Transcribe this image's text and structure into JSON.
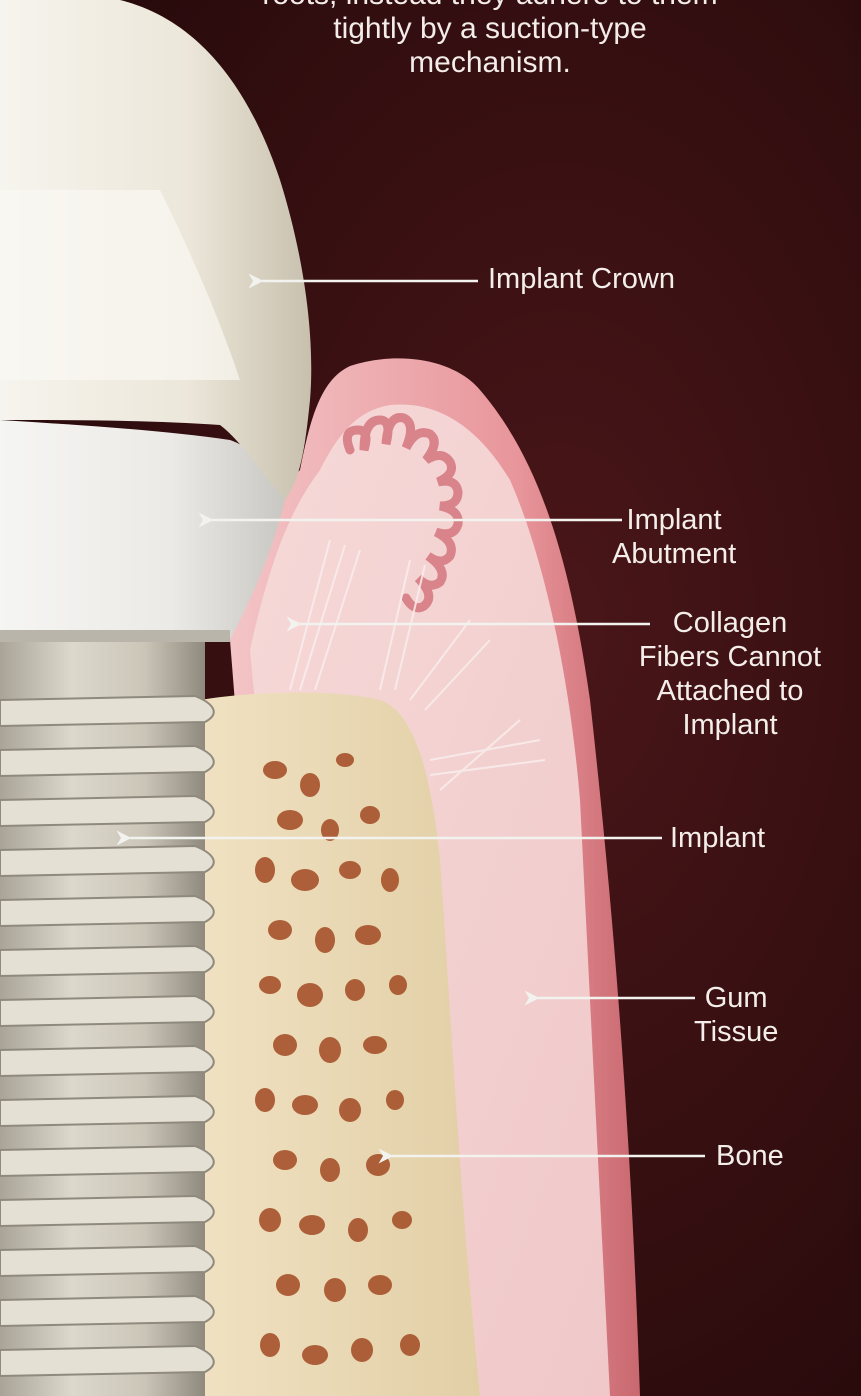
{
  "caption": {
    "lines": [
      "roots, instead they adhere to them",
      "tightly by a suction-type",
      "mechanism."
    ]
  },
  "labels": {
    "crown": "Implant Crown",
    "abutment": [
      "Implant",
      "Abutment"
    ],
    "collagen": [
      "Collagen",
      "Fibers Cannot",
      "Attached to",
      "Implant"
    ],
    "implant": "Implant",
    "gum": [
      "Gum",
      "Tissue"
    ],
    "bone": "Bone"
  },
  "colors": {
    "background": "#2e0d10",
    "gum": "#e7a0a4",
    "bone": "#ead8b4",
    "implant": "#cdc8ba",
    "crown": "#efebe2",
    "pointer": "#f2f2ee"
  }
}
